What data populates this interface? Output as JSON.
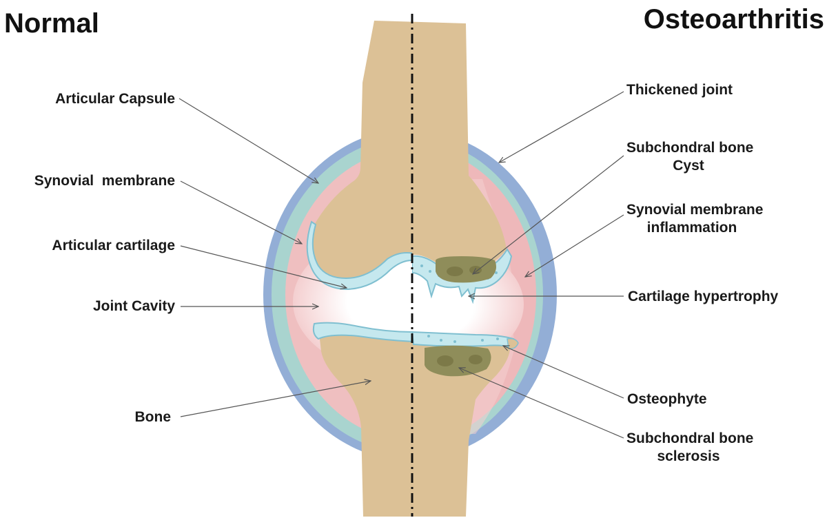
{
  "titles": {
    "left": "Normal",
    "right": "Osteoarthritis"
  },
  "normal_labels": {
    "articular_capsule": "Articular Capsule",
    "synovial_membrane": "Synovial  membrane",
    "articular_cartilage": "Articular cartilage",
    "joint_cavity": "Joint Cavity",
    "bone": "Bone"
  },
  "oa_labels": {
    "thickened_joint": "Thickened joint",
    "subchondral_cyst_line1": "Subchondral bone",
    "subchondral_cyst_line2": "Cyst",
    "synovial_inflammation_line1": "Synovial membrane",
    "synovial_inflammation_line2": "inflammation",
    "cartilage_hypertrophy": "Cartilage hypertrophy",
    "osteophyte": "Osteophyte",
    "sclerosis_line1": "Subchondral bone",
    "sclerosis_line2": "sclerosis"
  },
  "colors": {
    "capsule_outer": "#93aed6",
    "capsule_inner": "#a9d4cf",
    "synovial": "#efbfc0",
    "cavity": "#ffffff",
    "bone": "#dcc196",
    "cartilage": "#c5e8ee",
    "cartilage_edge": "#7fbfd0",
    "lesion": "#8f8d5a",
    "lesion_dark": "#6f6c3c",
    "pointer": "#555555"
  }
}
